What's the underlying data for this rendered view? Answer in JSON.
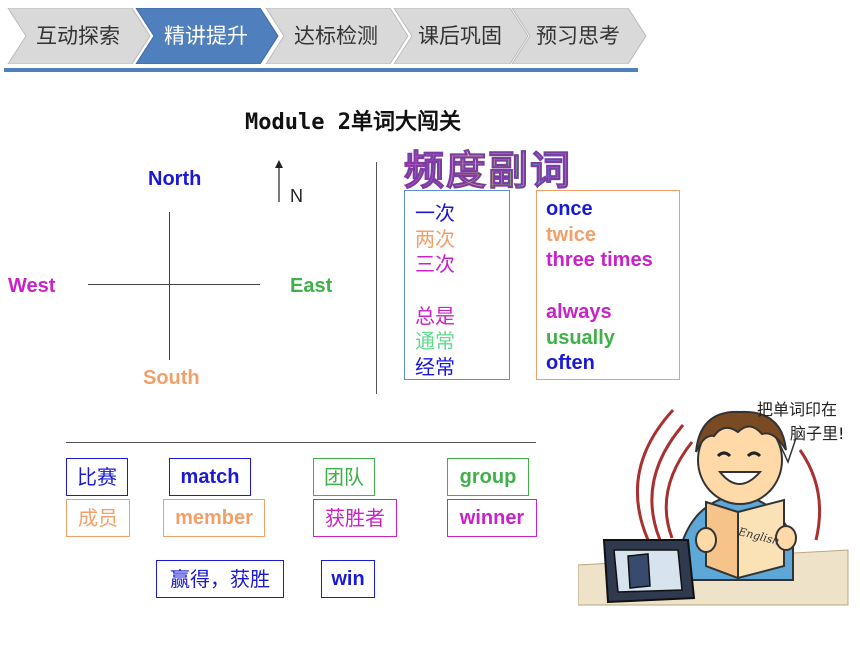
{
  "nav": {
    "items": [
      {
        "label": "互动探索",
        "active": false
      },
      {
        "label": "精讲提升",
        "active": true
      },
      {
        "label": "达标检测",
        "active": false
      },
      {
        "label": "课后巩固",
        "active": false
      },
      {
        "label": "预习思考",
        "active": false
      }
    ],
    "active_color": "#4f7fbd",
    "inactive_color": "#d9d9d9"
  },
  "title": {
    "prefix": "Module 2",
    "suffix": "单词大闯关"
  },
  "compass": {
    "north": "North",
    "south": "South",
    "east": "East",
    "west": "West",
    "north_marker": "N",
    "colors": {
      "north": "#1a1ad6",
      "south": "#f2a06a",
      "east": "#3fb04a",
      "west": "#c822c8"
    }
  },
  "frequency": {
    "heading": "频度副词",
    "chinese": [
      {
        "text": "一次",
        "color": "#1a1ad6"
      },
      {
        "text": "两次",
        "color": "#f2a06a"
      },
      {
        "text": "三次",
        "color": "#c822c8"
      },
      {
        "text": "总是",
        "color": "#c822c8"
      },
      {
        "text": "通常",
        "color": "#5fdc8c"
      },
      {
        "text": "经常",
        "color": "#1a1ad6"
      }
    ],
    "english": [
      {
        "text": "once",
        "color": "#1a1ad6"
      },
      {
        "text": "twice",
        "color": "#f2a06a"
      },
      {
        "text": "three times",
        "color": "#c822c8"
      },
      {
        "text": "always",
        "color": "#c822c8"
      },
      {
        "text": "usually",
        "color": "#3fb04a"
      },
      {
        "text": "often",
        "color": "#1a1ad6"
      }
    ]
  },
  "vocabulary": {
    "row1": [
      {
        "text": "比赛",
        "color": "#1a1ad6"
      },
      {
        "text": "match",
        "color": "#1a1ad6"
      },
      {
        "text": "团队",
        "color": "#3fb04a"
      },
      {
        "text": "group",
        "color": "#3fb04a"
      }
    ],
    "row2": [
      {
        "text": "成员",
        "color": "#f2a06a"
      },
      {
        "text": "member",
        "color": "#f2a06a"
      },
      {
        "text": "获胜者",
        "color": "#c822c8"
      },
      {
        "text": "winner",
        "color": "#c822c8"
      }
    ],
    "row3": [
      {
        "text": "赢得，获胜",
        "color": "#1a1ad6"
      },
      {
        "text": "win",
        "color": "#1a1ad6"
      }
    ]
  },
  "illustration": {
    "speech": [
      "把单词印在",
      "脑子里!"
    ],
    "book_text": "English"
  }
}
